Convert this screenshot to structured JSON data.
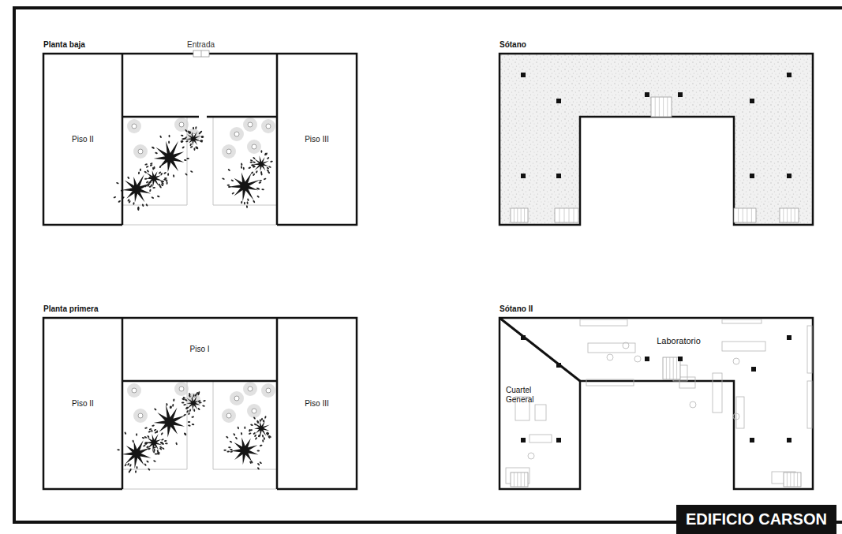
{
  "diagram": {
    "nodes": [
      {
        "text": [
          "Planta baja"
        ]
      },
      {
        "text": [
          "Piso II"
        ],
        "in": 0
      },
      {
        "text": [
          "Piso III"
        ],
        "in": 0
      },
      {
        "text": [
          "Sótano"
        ]
      },
      {
        "text": [
          "Planta primera"
        ]
      },
      {
        "text": [
          "Piso I"
        ],
        "in": 4
      },
      {
        "text": [
          "Piso II"
        ],
        "in": 4
      },
      {
        "text": [
          "Piso III"
        ],
        "in": 4
      },
      {
        "text": [
          "Sótano II"
        ]
      },
      {
        "text": [
          "Laboratorio"
        ],
        "in": 8
      },
      {
        "text": [
          "Cuartel General"
        ],
        "in": 8
      }
    ],
    "labels": [
      "Entrada",
      "EDIFICIO CARSON"
    ]
  }
}
